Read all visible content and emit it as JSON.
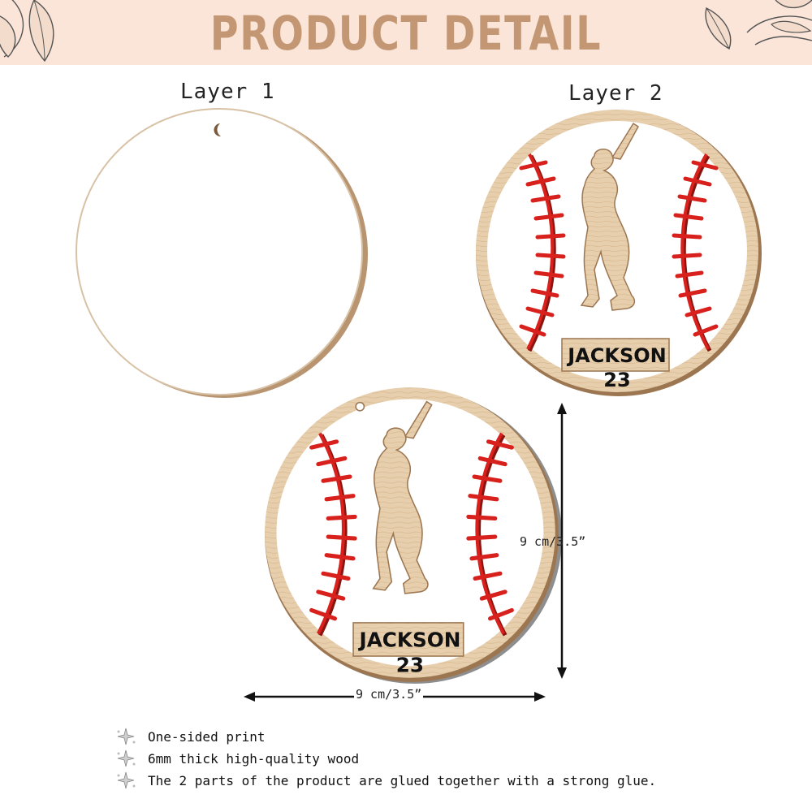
{
  "header": {
    "title": "PRODUCT DETAIL"
  },
  "layers": {
    "layer1_label": "Layer 1",
    "layer2_label": "Layer 2"
  },
  "ornament": {
    "name": "JACKSON",
    "number": "23"
  },
  "dimensions": {
    "height_label": "9 cm/3.5”",
    "width_label": "9 cm/3.5”"
  },
  "features": [
    {
      "text": "One-sided print"
    },
    {
      "text": "6mm thick high-quality wood"
    },
    {
      "text": "The 2 parts of the product are glued together with a strong glue."
    }
  ],
  "colors": {
    "banner_bg": "#fbe5d9",
    "title": "#c49774",
    "wood": "#e7cfae",
    "wood_edge": "#9c7651",
    "stitch_red": "#d8211c"
  }
}
